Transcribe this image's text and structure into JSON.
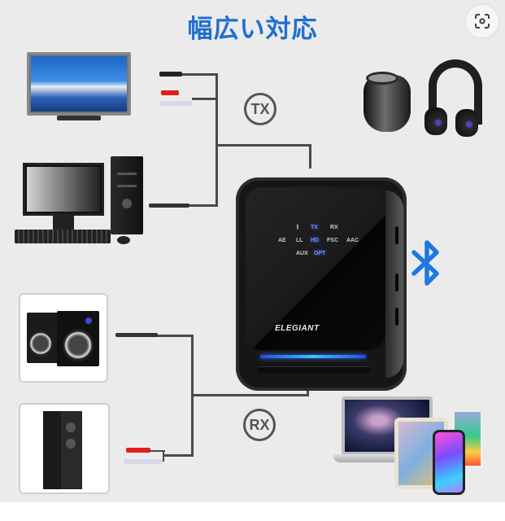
{
  "viewer": {
    "lens_button_label": "Visual search",
    "lens_icon": "lens-icon"
  },
  "image": {
    "title": "幅広い対応",
    "title_color": "#1f6fd0",
    "background_color": "#ebebeb",
    "tx_badge": "TX",
    "rx_badge": "RX",
    "bluetooth_icon": "bluetooth-icon",
    "bluetooth_color": "#1e78e0",
    "device": {
      "brand": "ELEGIANT",
      "leds_row1": [
        "ᛒ",
        "TX",
        "RX"
      ],
      "leds_row2": [
        "AE",
        "LL",
        "HD",
        "FSC",
        "AAC"
      ],
      "leds_row3": [
        "AUX",
        "OPT"
      ],
      "lightbar_color": "#3dc0ff"
    },
    "tx_sources": [
      "TV",
      "Desktop PC"
    ],
    "tx_targets": [
      "Bluetooth speaker",
      "Headphones"
    ],
    "rx_sources": [
      "Laptop",
      "Tablet",
      "Smartphone"
    ],
    "rx_targets": [
      "Bookshelf speakers",
      "Floor speaker"
    ]
  }
}
